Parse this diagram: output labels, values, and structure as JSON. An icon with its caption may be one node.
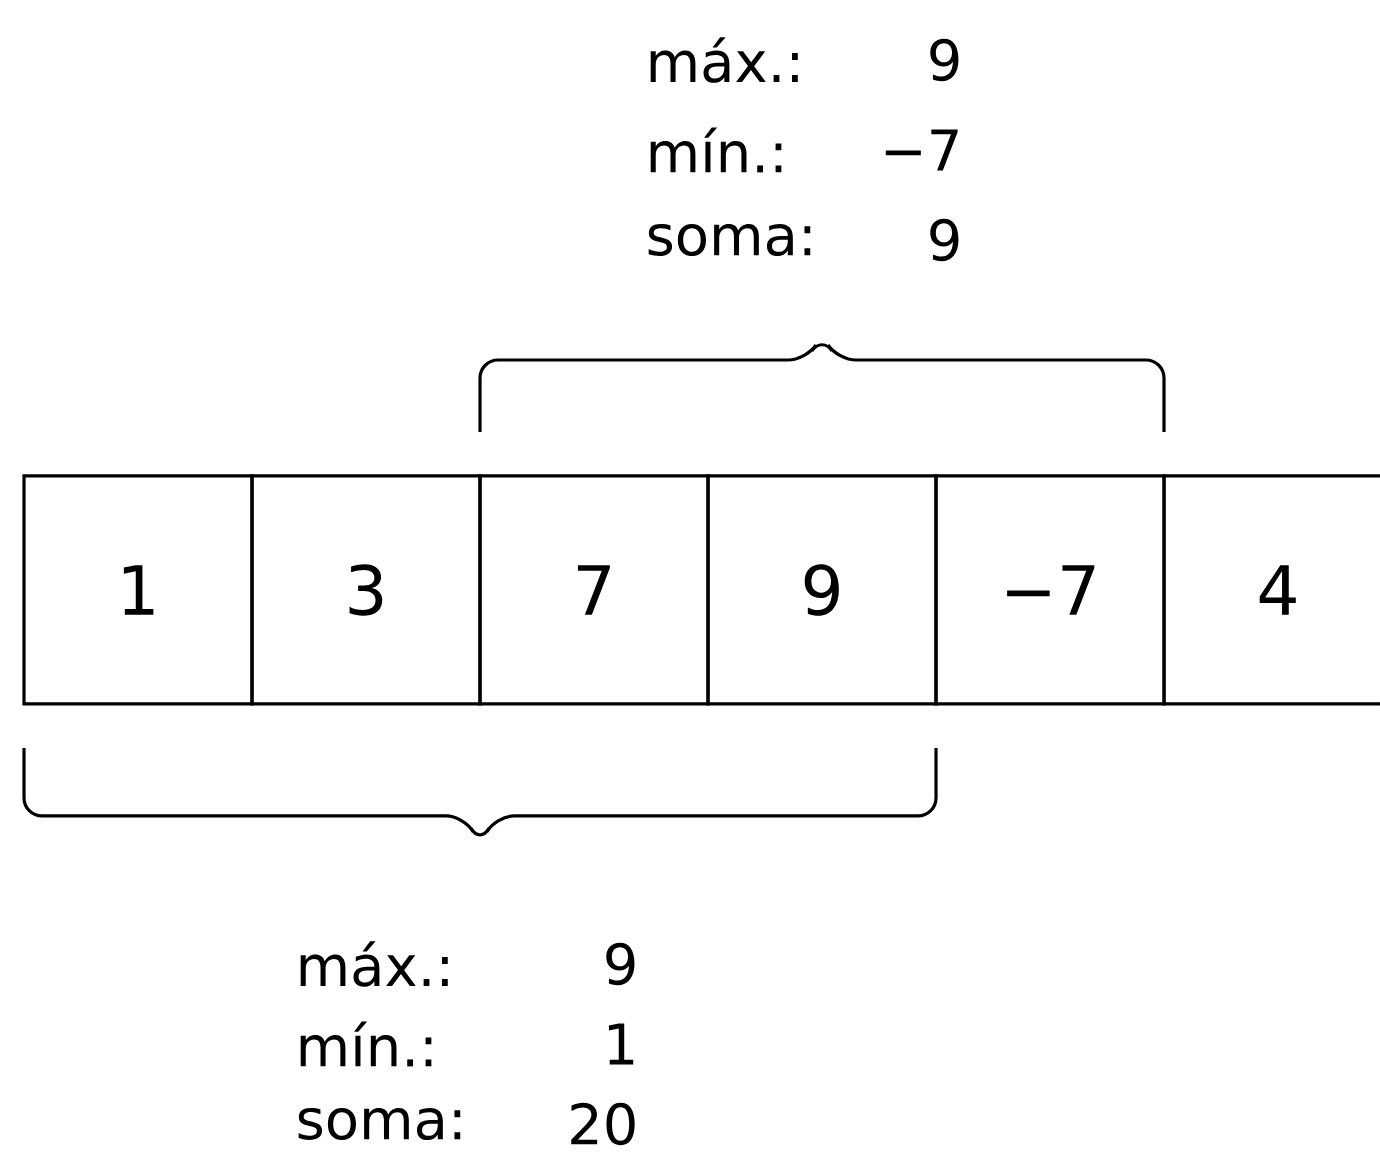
{
  "diagram": {
    "nodes": [
      {
        "text": [
          "1"
        ]
      },
      {
        "text": [
          "3"
        ]
      },
      {
        "text": [
          "7"
        ]
      },
      {
        "text": [
          "9"
        ]
      },
      {
        "text": [
          "−7"
        ]
      },
      {
        "text": [
          "4"
        ]
      }
    ],
    "labels": [
      "máx.:",
      "9",
      "mín.:",
      "−7",
      "soma:",
      "9",
      "máx.:",
      "9",
      "mín.:",
      "1",
      "soma:",
      "20"
    ]
  }
}
